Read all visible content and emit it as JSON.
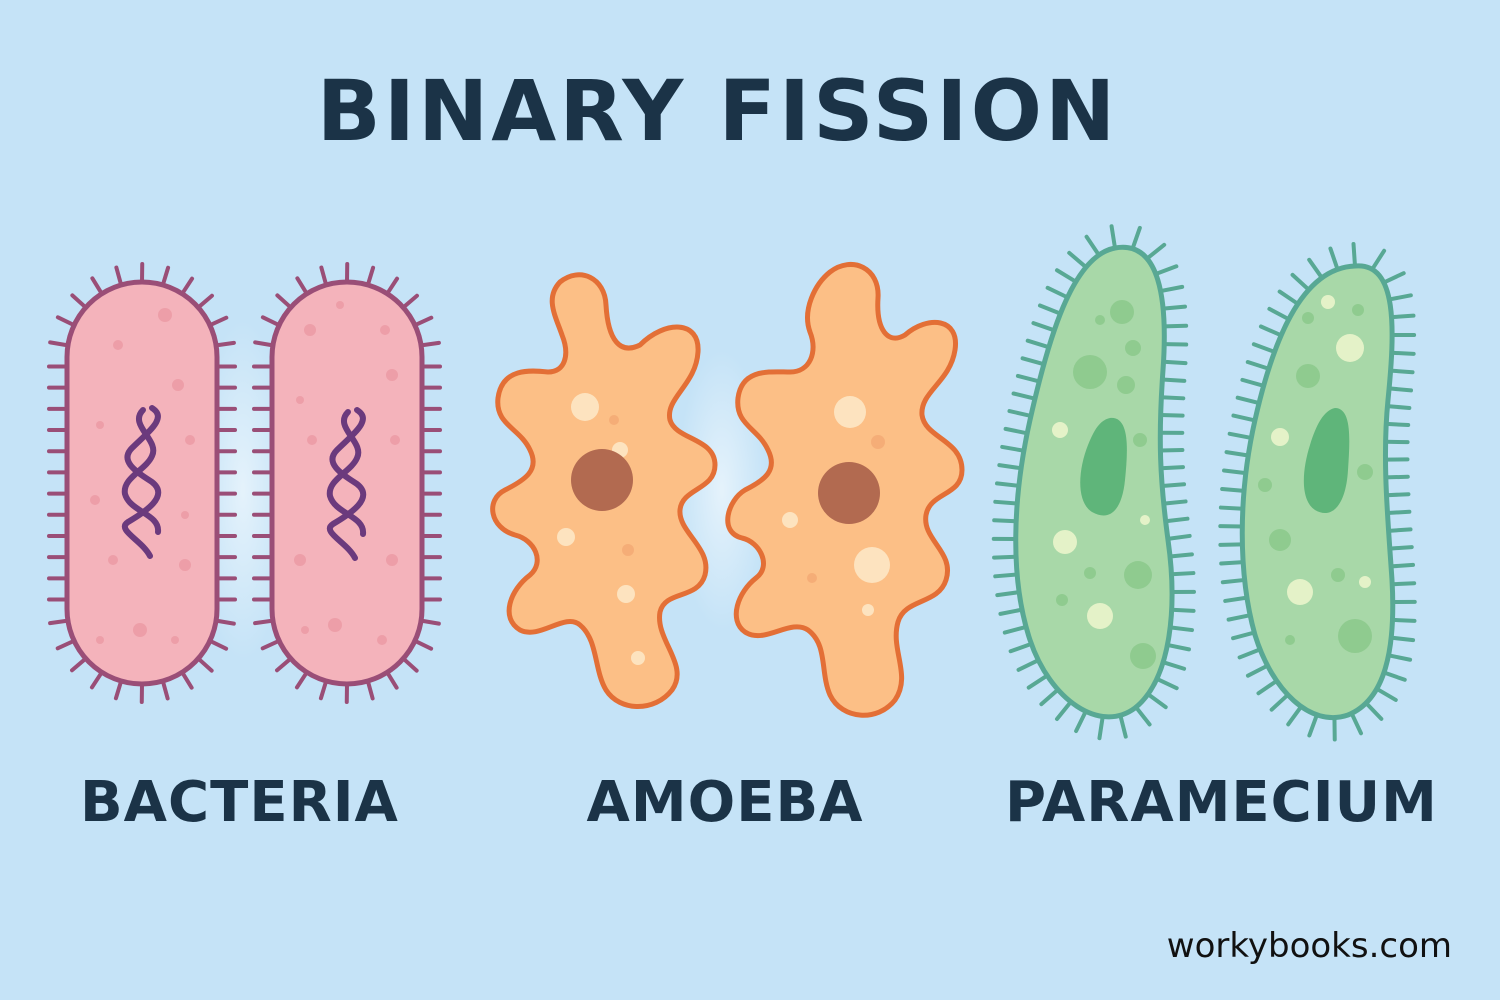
{
  "title": "BINARY FISSION",
  "organisms": [
    {
      "label": "BACTERIA",
      "fill": "#f4b3bb",
      "outline": "#9a4e77",
      "dna_color": "#6b3a7d"
    },
    {
      "label": "AMOEBA",
      "fill": "#fcbf86",
      "outline": "#e36f36",
      "nucleus_color": "#b26a50"
    },
    {
      "label": "PARAMECIUM",
      "fill": "#a8d8a8",
      "outline": "#58a894",
      "nucleus_color": "#5fb57a"
    }
  ],
  "credit": "workybooks.com",
  "colors": {
    "background": "#c5e3f7",
    "text": "#1b3347"
  }
}
